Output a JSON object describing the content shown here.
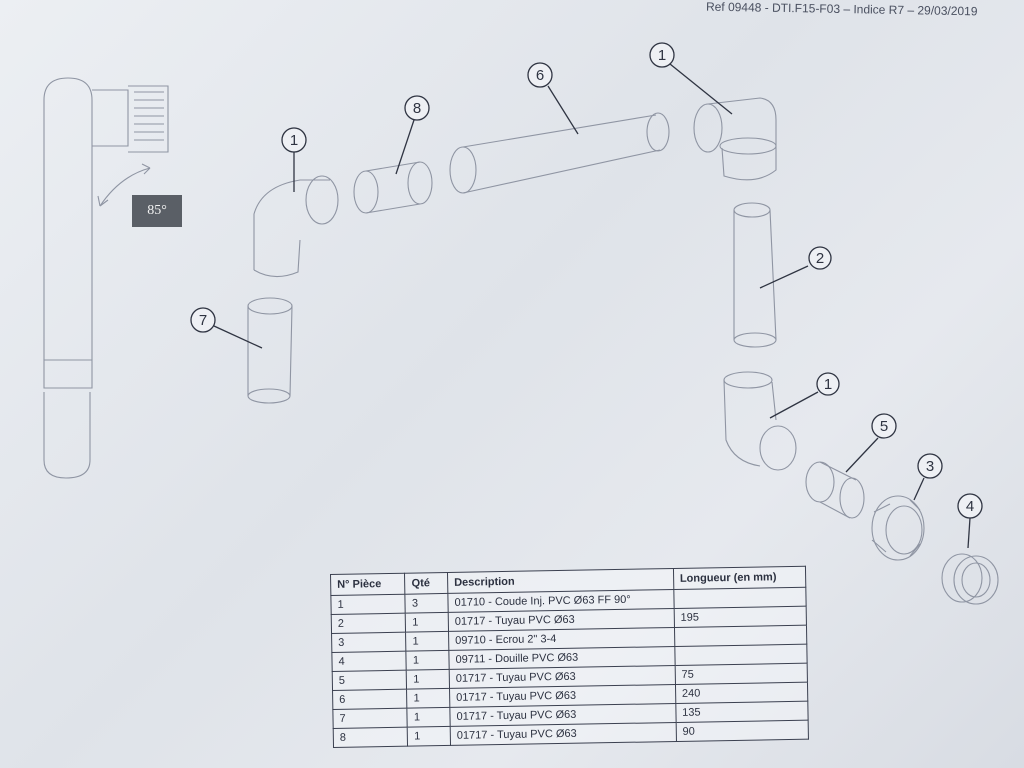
{
  "document": {
    "reference": "Ref 09448 - DTI.F15-F03 – Indice R7 – 29/03/2019",
    "angle_label": "85°"
  },
  "callouts": [
    {
      "id": "callout-1a",
      "label": "1"
    },
    {
      "id": "callout-8",
      "label": "8"
    },
    {
      "id": "callout-6",
      "label": "6"
    },
    {
      "id": "callout-1b",
      "label": "1"
    },
    {
      "id": "callout-2",
      "label": "2"
    },
    {
      "id": "callout-7",
      "label": "7"
    },
    {
      "id": "callout-1c",
      "label": "1"
    },
    {
      "id": "callout-5",
      "label": "5"
    },
    {
      "id": "callout-3",
      "label": "3"
    },
    {
      "id": "callout-4",
      "label": "4"
    }
  ],
  "table": {
    "headers": {
      "piece": "N° Pièce",
      "qty": "Qté",
      "description": "Description",
      "length": "Longueur (en mm)"
    },
    "rows": [
      {
        "piece": "1",
        "qty": "3",
        "description": "01710 - Coude Inj. PVC Ø63 FF 90°",
        "length": ""
      },
      {
        "piece": "2",
        "qty": "1",
        "description": "01717 - Tuyau PVC Ø63",
        "length": "195"
      },
      {
        "piece": "3",
        "qty": "1",
        "description": "09710 - Ecrou 2\" 3-4",
        "length": ""
      },
      {
        "piece": "4",
        "qty": "1",
        "description": "09711 - Douille PVC Ø63",
        "length": ""
      },
      {
        "piece": "5",
        "qty": "1",
        "description": "01717 - Tuyau PVC Ø63",
        "length": "75"
      },
      {
        "piece": "6",
        "qty": "1",
        "description": "01717 - Tuyau PVC Ø63",
        "length": "240"
      },
      {
        "piece": "7",
        "qty": "1",
        "description": "01717 - Tuyau PVC Ø63",
        "length": "135"
      },
      {
        "piece": "8",
        "qty": "1",
        "description": "01717 - Tuyau PVC Ø63",
        "length": "90"
      }
    ]
  }
}
